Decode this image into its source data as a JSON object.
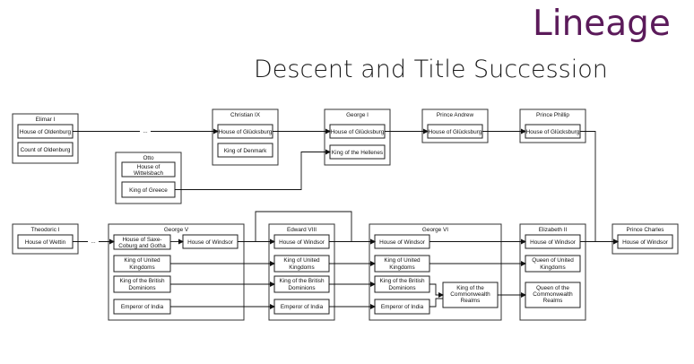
{
  "header": {
    "brand": "Lineage",
    "subtitle": "Descent and Title Succession"
  },
  "diagram": {
    "elimar": {
      "name": "Elimar I",
      "house": "House of Oldenburg",
      "title": "Count of Oldenburg"
    },
    "christian": {
      "name": "Christian IX",
      "house": "House of Glücksburg",
      "title": "King of Denmark"
    },
    "george1": {
      "name": "George I",
      "house": "House of Glücksburg",
      "title": "King of the Hellenes"
    },
    "andrew": {
      "name": "Prince Andrew",
      "house": "House of Glücksburg"
    },
    "phillip": {
      "name": "Prince Phillip",
      "house": "House of Glücksburg"
    },
    "otto": {
      "name": "Otto",
      "house_l1": "House of",
      "house_l2": "Wittelsbach",
      "title": "King of Greece"
    },
    "theodoric": {
      "name": "Theodoric I",
      "house": "House of Wettin"
    },
    "george5": {
      "name": "George V",
      "house_saxe_l1": "House of Saxe-",
      "house_saxe_l2": "Coburg and Gotha",
      "house": "House of Windsor",
      "uk_l1": "King of United",
      "uk_l2": "Kingdoms",
      "dom_l1": "King of the British",
      "dom_l2": "Dominions",
      "india": "Emperor of India"
    },
    "edward8": {
      "name": "Edward VIII",
      "house": "House of Windsor",
      "uk_l1": "King of United",
      "uk_l2": "Kingdoms",
      "dom_l1": "King of the British",
      "dom_l2": "Dominions",
      "india": "Emperor of India"
    },
    "george6": {
      "name": "George VI",
      "house": "House of Windsor",
      "uk_l1": "King of United",
      "uk_l2": "Kingdoms",
      "dom_l1": "King of the British",
      "dom_l2": "Dominions",
      "india": "Emperor of India",
      "cw_l1": "King of the",
      "cw_l2": "Commonwealth",
      "cw_l3": "Realms"
    },
    "elizabeth": {
      "name": "Elizabeth II",
      "house": "House of Windsor",
      "uk_l1": "Queen of United",
      "uk_l2": "Kingdoms",
      "cw_l1": "Queen of the",
      "cw_l2": "Commonwealth",
      "cw_l3": "Realms"
    },
    "charles": {
      "name": "Prince Charles",
      "house": "House of Windsor"
    },
    "ellipsis": "..."
  }
}
